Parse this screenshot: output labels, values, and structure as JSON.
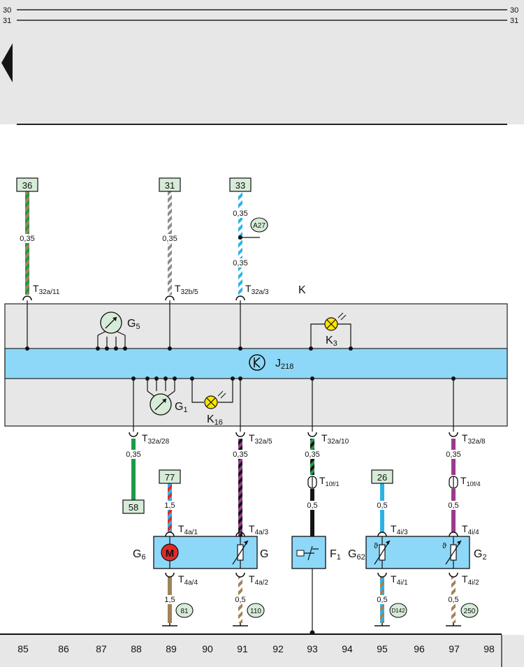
{
  "header": {
    "rail_top_left": "30",
    "rail_top_right": "30",
    "rail_bottom_left": "31",
    "rail_bottom_right": "31",
    "prev_page_icon": "triangle-left-icon"
  },
  "instrument_cluster": {
    "panel_label": "K",
    "control_unit_label": "J",
    "control_unit_sub": "218",
    "control_unit_icon": "k-symbol-icon"
  },
  "components": {
    "g5": {
      "main": "G",
      "sub": "5"
    },
    "g1": {
      "main": "G",
      "sub": "1"
    },
    "k3": {
      "main": "K",
      "sub": "3"
    },
    "k16": {
      "main": "K",
      "sub": "16"
    },
    "g6": {
      "main": "G",
      "sub": "6"
    },
    "g": {
      "main": "G"
    },
    "f1": {
      "main": "F",
      "sub": "1"
    },
    "g62": {
      "main": "G",
      "sub": "62"
    },
    "g2": {
      "main": "G",
      "sub": "2"
    },
    "motor_symbol": "M",
    "thermo_symbol": "ϑ"
  },
  "ref_boxes": {
    "b36": "36",
    "b31": "31",
    "b33": "33",
    "b58": "58",
    "b77": "77",
    "b26": "26"
  },
  "ground_refs": {
    "a27": "A27",
    "g81": "81",
    "g110": "110",
    "d142": "D142",
    "g250": "250"
  },
  "connectors": {
    "t32a11": {
      "main": "T",
      "sub": "32a/11"
    },
    "t32b5": {
      "main": "T",
      "sub": "32b/5"
    },
    "t32a3": {
      "main": "T",
      "sub": "32a/3"
    },
    "t32a28": {
      "main": "T",
      "sub": "32a/28"
    },
    "t32a5": {
      "main": "T",
      "sub": "32a/5"
    },
    "t32a10": {
      "main": "T",
      "sub": "32a/10"
    },
    "t32a8": {
      "main": "T",
      "sub": "32a/8"
    },
    "t10f1": {
      "main": "T",
      "sub": "10f/1"
    },
    "t10f4": {
      "main": "T",
      "sub": "10f/4"
    },
    "t4a1": {
      "main": "T",
      "sub": "4a/1"
    },
    "t4a3": {
      "main": "T",
      "sub": "4a/3"
    },
    "t4a4": {
      "main": "T",
      "sub": "4a/4"
    },
    "t4a2": {
      "main": "T",
      "sub": "4a/2"
    },
    "t4i3": {
      "main": "T",
      "sub": "4i/3"
    },
    "t4i4": {
      "main": "T",
      "sub": "4i/4"
    },
    "t4i1": {
      "main": "T",
      "sub": "4i/1"
    },
    "t4i2": {
      "main": "T",
      "sub": "4i/2"
    }
  },
  "wire_sizes": {
    "w36": "0,35",
    "w31": "0,35",
    "w33a": "0,35",
    "w33b": "0,35",
    "w28": "0,35",
    "w5": "0,35",
    "w10": "0,35",
    "w8": "0,35",
    "w77": "1,5",
    "w4a4": "1,5",
    "w4a2": "0,5",
    "w10f1": "0,5",
    "w26": "0,5",
    "w10f4": "0,5",
    "w4i1": "0,5",
    "w4i2": "0,5"
  },
  "wire_colors": {
    "green": "#1d9a48",
    "brown": "#9e8458",
    "grey": "#8e8e8e",
    "blue": "#2eb2e4",
    "black": "#151515",
    "violet": "#9b3b8e",
    "red": "#e02a2a",
    "panel": "#e7e7e7",
    "bus": "#8dd8f8",
    "box": "#d7ecd8"
  },
  "track_numbers": [
    "85",
    "86",
    "87",
    "88",
    "89",
    "90",
    "91",
    "92",
    "93",
    "94",
    "95",
    "96",
    "97",
    "98"
  ]
}
